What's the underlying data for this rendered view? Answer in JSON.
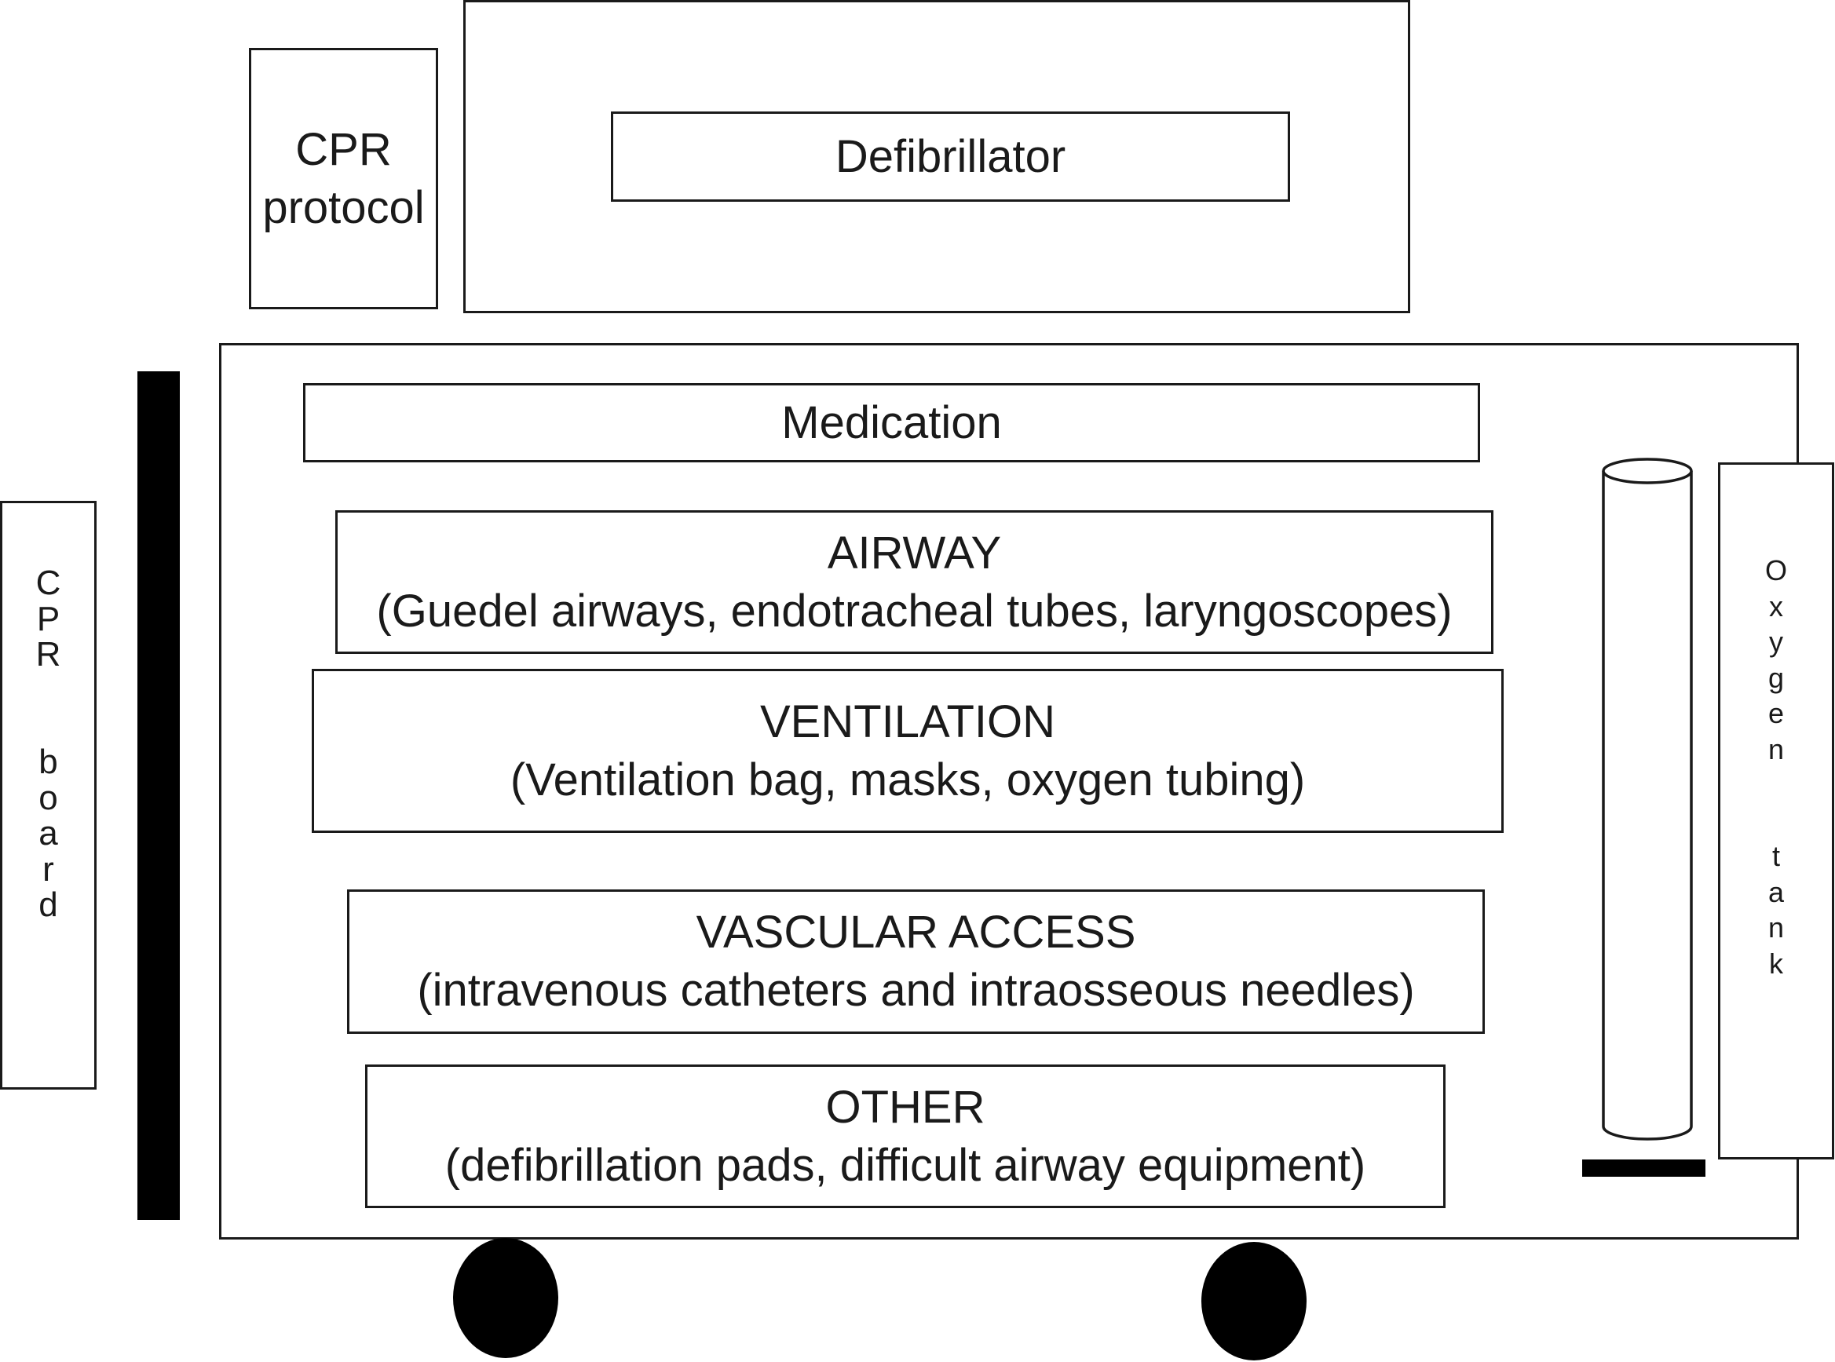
{
  "cpr_protocol": {
    "line1": "CPR",
    "line2": "protocol"
  },
  "defibrillator": {
    "label": "Defibrillator"
  },
  "cpr_board": {
    "letters": [
      "C",
      "P",
      "R",
      "",
      "",
      "b",
      "o",
      "a",
      "r",
      "d"
    ]
  },
  "oxygen_tank": {
    "letters": [
      "O",
      "x",
      "y",
      "g",
      "e",
      "n",
      "",
      "",
      "t",
      "a",
      "n",
      "k"
    ]
  },
  "compartments": {
    "medication": {
      "title": "Medication"
    },
    "airway": {
      "title": "AIRWAY",
      "detail": "(Guedel airways, endotracheal tubes, laryngoscopes)"
    },
    "ventilation": {
      "title": "VENTILATION",
      "detail": "(Ventilation bag, masks, oxygen tubing)"
    },
    "vascular_access": {
      "title": "VASCULAR ACCESS",
      "detail": "(intravenous catheters and intraosseous needles)"
    },
    "other": {
      "title": "OTHER",
      "detail": "(defibrillation pads, difficult airway equipment)"
    }
  }
}
